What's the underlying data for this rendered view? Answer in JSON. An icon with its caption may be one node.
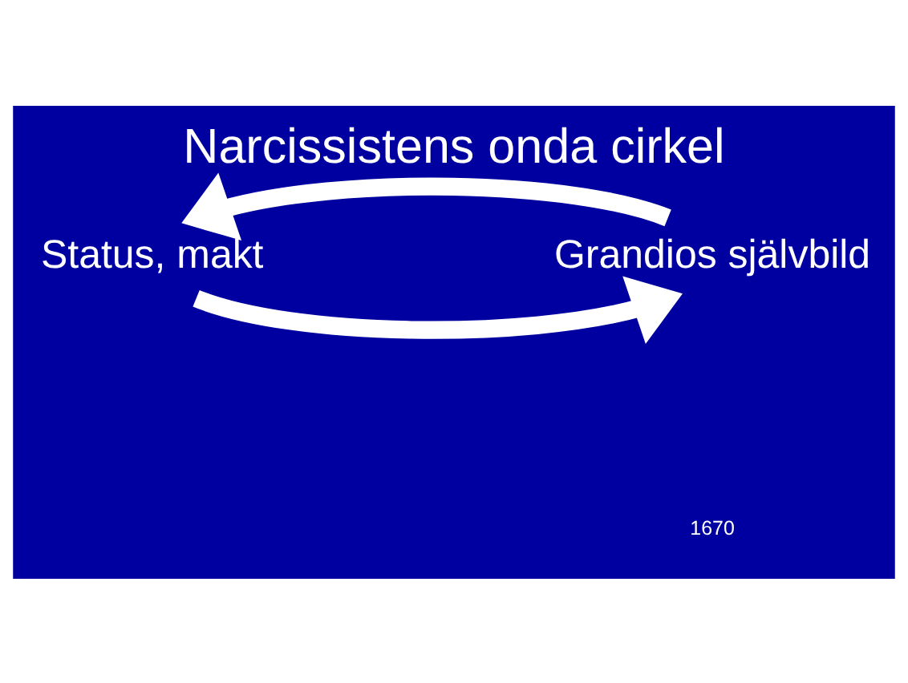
{
  "diagram": {
    "title": "Narcissistens onda cirkel",
    "nodes": [
      {
        "text": [
          "Status, makt"
        ]
      },
      {
        "text": [
          "Grandios självbild"
        ]
      }
    ],
    "edges": [
      {
        "from": 0,
        "to": 1,
        "arrow": "to"
      },
      {
        "from": 1,
        "to": 0,
        "arrow": "to"
      }
    ],
    "labels": [
      "1670"
    ]
  }
}
